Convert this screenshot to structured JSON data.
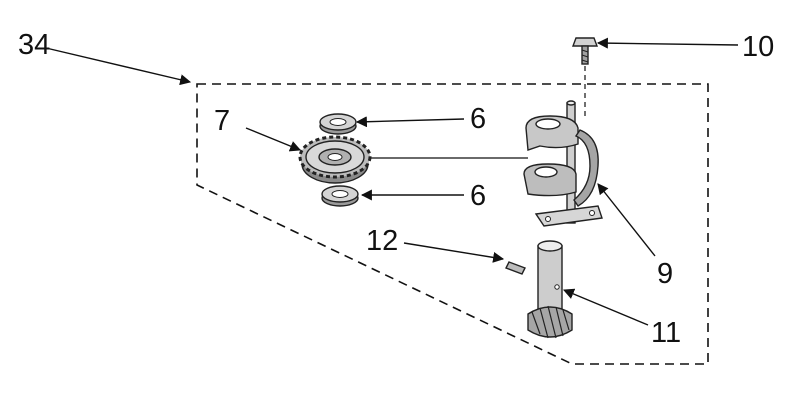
{
  "diagram": {
    "labels": {
      "assembly": "34",
      "washer_top": "6",
      "washer_bottom": "6",
      "gear": "7",
      "bracket": "9",
      "screw": "10",
      "shaft": "11",
      "pin": "12"
    }
  },
  "colors": {
    "ink": "#111111",
    "shade": "#9a9a9a",
    "light": "#d4d4d4",
    "background": "#ffffff"
  }
}
